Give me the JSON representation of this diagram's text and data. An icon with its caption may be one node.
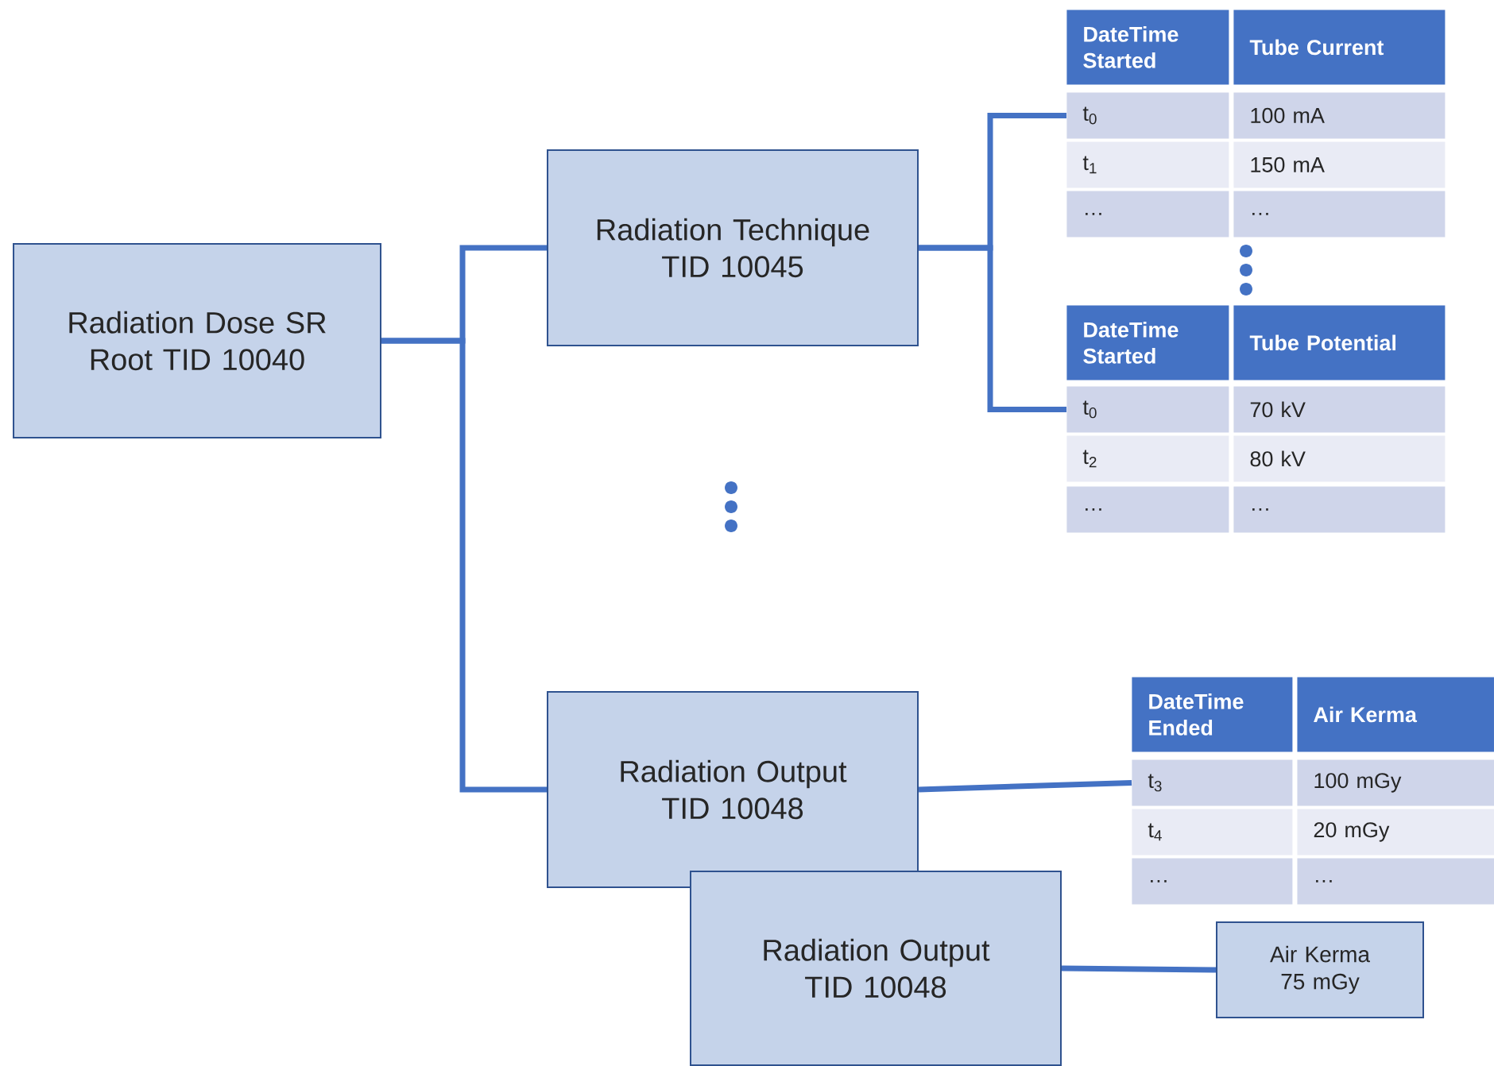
{
  "diagram": {
    "nodes": [
      {
        "text": [
          "Radiation Dose SR Root TID 10040"
        ]
      },
      {
        "text": [
          "Radiation Technique TID 10045"
        ]
      },
      {
        "text": [
          "Radiation Output TID 10048"
        ]
      },
      {
        "text": [
          "Radiation Output TID 10048"
        ]
      },
      {
        "text": [
          "Air Kerma 75 mGy"
        ]
      },
      {
        "text": [
          "DateTime Started"
        ]
      },
      {
        "text": [
          "Tube Current"
        ]
      },
      {
        "text": [
          "t$_{0}$"
        ]
      },
      {
        "text": [
          "100 mA"
        ]
      },
      {
        "text": [
          "t$_{1}$"
        ]
      },
      {
        "text": [
          "150 mA"
        ]
      },
      {
        "text": [
          "…"
        ]
      },
      {
        "text": [
          "…"
        ]
      },
      {
        "text": [
          "DateTime Started"
        ]
      },
      {
        "text": [
          "Tube Potential"
        ]
      },
      {
        "text": [
          "t$_{0}$"
        ]
      },
      {
        "text": [
          "70 kV"
        ]
      },
      {
        "text": [
          "t$_{2}$"
        ]
      },
      {
        "text": [
          "80 kV"
        ]
      },
      {
        "text": [
          "…"
        ]
      },
      {
        "text": [
          "…"
        ]
      },
      {
        "text": [
          "DateTime Ended"
        ]
      },
      {
        "text": [
          "Air Kerma"
        ]
      },
      {
        "text": [
          "t$_{3}$"
        ]
      },
      {
        "text": [
          "100 mGy"
        ]
      },
      {
        "text": [
          "t$_{4}$"
        ]
      },
      {
        "text": [
          "20 mGy"
        ]
      },
      {
        "text": [
          "…"
        ]
      },
      {
        "text": [
          "…"
        ]
      }
    ],
    "edges": [
      {
        "from": 0,
        "to": 1,
        "arrow": "none"
      },
      {
        "from": 0,
        "to": 2,
        "arrow": "none"
      },
      {
        "from": 1,
        "to": 7,
        "arrow": "none"
      },
      {
        "from": 1,
        "to": 15,
        "arrow": "none"
      },
      {
        "from": 2,
        "to": 23,
        "arrow": "none"
      },
      {
        "from": 3,
        "to": 4,
        "arrow": "none"
      }
    ]
  }
}
